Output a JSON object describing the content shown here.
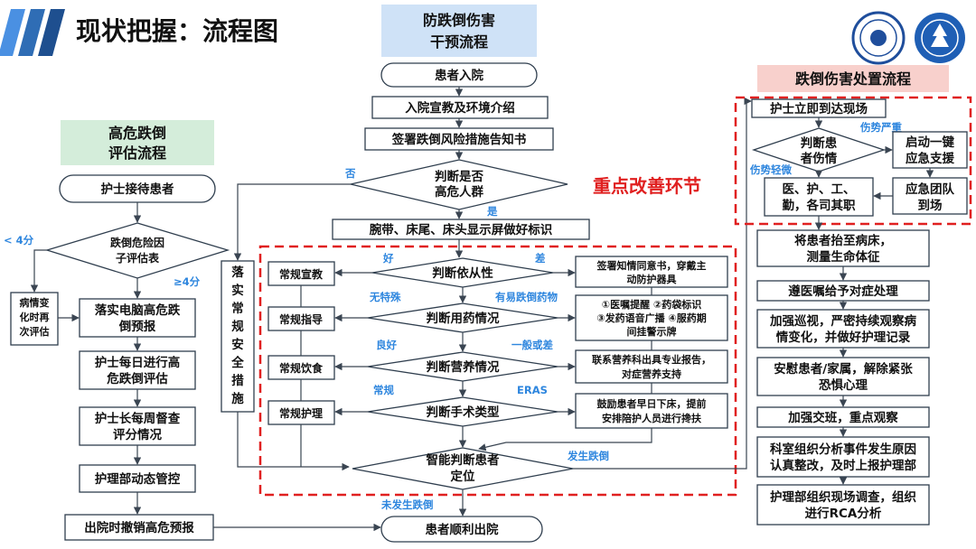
{
  "header": {
    "title": "现状把握：流程图",
    "emphasis": "重点改善环节"
  },
  "left": {
    "title": [
      "高危跌倒",
      "评估流程"
    ],
    "start": "护士接待患者",
    "decision": [
      "跌倒危险因",
      "子评估表"
    ],
    "lt4": "< 4分",
    "ge4": "≥4分",
    "reassess": [
      "病情变",
      "化时再",
      "次评估"
    ],
    "steps": [
      [
        "落实电脑高危跌",
        "倒预报"
      ],
      [
        "护士每日进行高",
        "危跌倒评估"
      ],
      [
        "护士长每周督查",
        "评分情况"
      ],
      [
        "护理部动态管控"
      ],
      [
        "出院时撤销高危预报"
      ]
    ]
  },
  "middle": {
    "title": [
      "防跌倒伤害",
      "干预流程"
    ],
    "admit": "患者入院",
    "intro": "入院宣教及环境介绍",
    "sign": "签署跌倒风险措施告知书",
    "d_risk": [
      "判断是否",
      "高危人群"
    ],
    "no": "否",
    "yes": "是",
    "marking": "腕带、床尾、床头显示屏做好标识",
    "side": [
      "落",
      "实",
      "常",
      "规",
      "安",
      "全",
      "措",
      "施"
    ],
    "rows": [
      {
        "left": "常规宣教",
        "q": "判断依从性",
        "good": "好",
        "bad": "差",
        "right": [
          "签署知情同意书，穿戴主",
          "动防护器具"
        ]
      },
      {
        "left": "常规指导",
        "q": "判断用药情况",
        "good": "无特殊",
        "bad": "有易跌倒药物",
        "right": [
          "①医嘱提醒 ②药袋标识",
          "③发药语音广播 ④服药期",
          "间挂警示牌"
        ]
      },
      {
        "left": "常规饮食",
        "q": "判断营养情况",
        "good": "良好",
        "bad": "一般或差",
        "right": [
          "联系营养科出具专业报告，",
          "对症营养支持"
        ]
      },
      {
        "left": "常规护理",
        "q": "判断手术类型",
        "good": "常规",
        "bad": "ERAS",
        "right": [
          "鼓励患者早日下床，提前",
          "安排陪护人员进行搀扶"
        ]
      }
    ],
    "d_smart": [
      "智能判断患者",
      "定位"
    ],
    "no_fall": "未发生跌倒",
    "fall": "发生跌倒",
    "end": "患者顺利出院"
  },
  "right": {
    "title": "跌倒伤害处置流程",
    "arrive": "护士立即到达现场",
    "severe": "伤势严重",
    "mild": "伤势轻微",
    "d_injury": [
      "判断患",
      "者伤情"
    ],
    "emergency": [
      "启动一键",
      "应急支援"
    ],
    "roles": [
      "医、护、工、",
      "勤，各司其职"
    ],
    "team": [
      "应急团队",
      "到场"
    ],
    "steps": [
      [
        "将患者抬至病床，",
        "测量生命体征"
      ],
      [
        "遵医嘱给予对症处理"
      ],
      [
        "加强巡视，严密持续观察病",
        "情变化，并做好护理记录"
      ],
      [
        "安慰患者/家属，解除紧张",
        "恐惧心理"
      ],
      [
        "加强交班，重点观察"
      ],
      [
        "科室组织分析事件发生原因",
        "认真整改，及时上报护理部"
      ],
      [
        "护理部组织现场调查，组织",
        "进行RCA分析"
      ]
    ]
  }
}
